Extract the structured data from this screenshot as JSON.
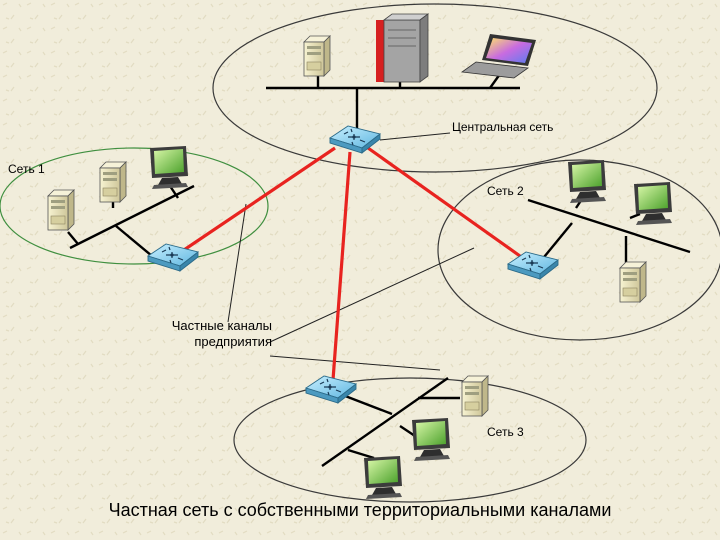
{
  "labels": {
    "central": "Центральная сеть",
    "net1": "Сеть 1",
    "net2": "Сеть 2",
    "net3": "Сеть 3",
    "channels": "Частные каналы предприятия"
  },
  "caption": "Частная сеть с собственными территориальными каналами",
  "colors": {
    "background": "#f1eddb",
    "bus": "#000000",
    "private_channel": "#e8231f",
    "ellipse": "#3a3a3a",
    "network1_ellipse": "#3f8f3f",
    "hub": "#8fd3f0",
    "monitor": "#7fc24a",
    "system_unit": "#e7e1b6",
    "server": "#9a9a9a"
  },
  "icons": [
    "system-unit-icon",
    "server-icon",
    "laptop-icon",
    "switch-icon",
    "monitor-icon"
  ]
}
